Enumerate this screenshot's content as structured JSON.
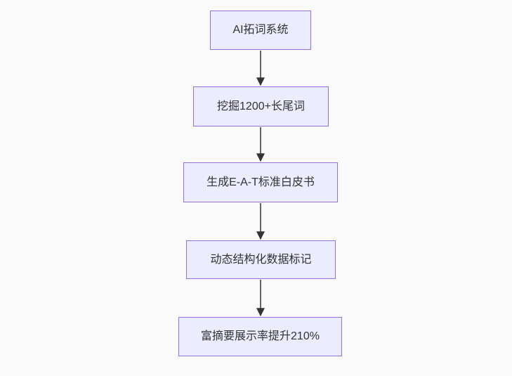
{
  "diagram": {
    "type": "flowchart",
    "direction": "top-down",
    "background_color": "#fafafa",
    "node_fill_color": "#ececff",
    "node_border_color": "#9370db",
    "text_color": "#333333",
    "arrow_color": "#333333",
    "nodes": [
      {
        "id": "node-0",
        "label": "AI拓词系统"
      },
      {
        "id": "node-1",
        "label": "挖掘1200+长尾词"
      },
      {
        "id": "node-2",
        "label": "生成E-A-T标准白皮书"
      },
      {
        "id": "node-3",
        "label": "动态结构化数据标记"
      },
      {
        "id": "node-4",
        "label": "富摘要展示率提升210%"
      }
    ],
    "edges": [
      {
        "from": "node-0",
        "to": "node-1"
      },
      {
        "from": "node-1",
        "to": "node-2"
      },
      {
        "from": "node-2",
        "to": "node-3"
      },
      {
        "from": "node-3",
        "to": "node-4"
      }
    ]
  }
}
